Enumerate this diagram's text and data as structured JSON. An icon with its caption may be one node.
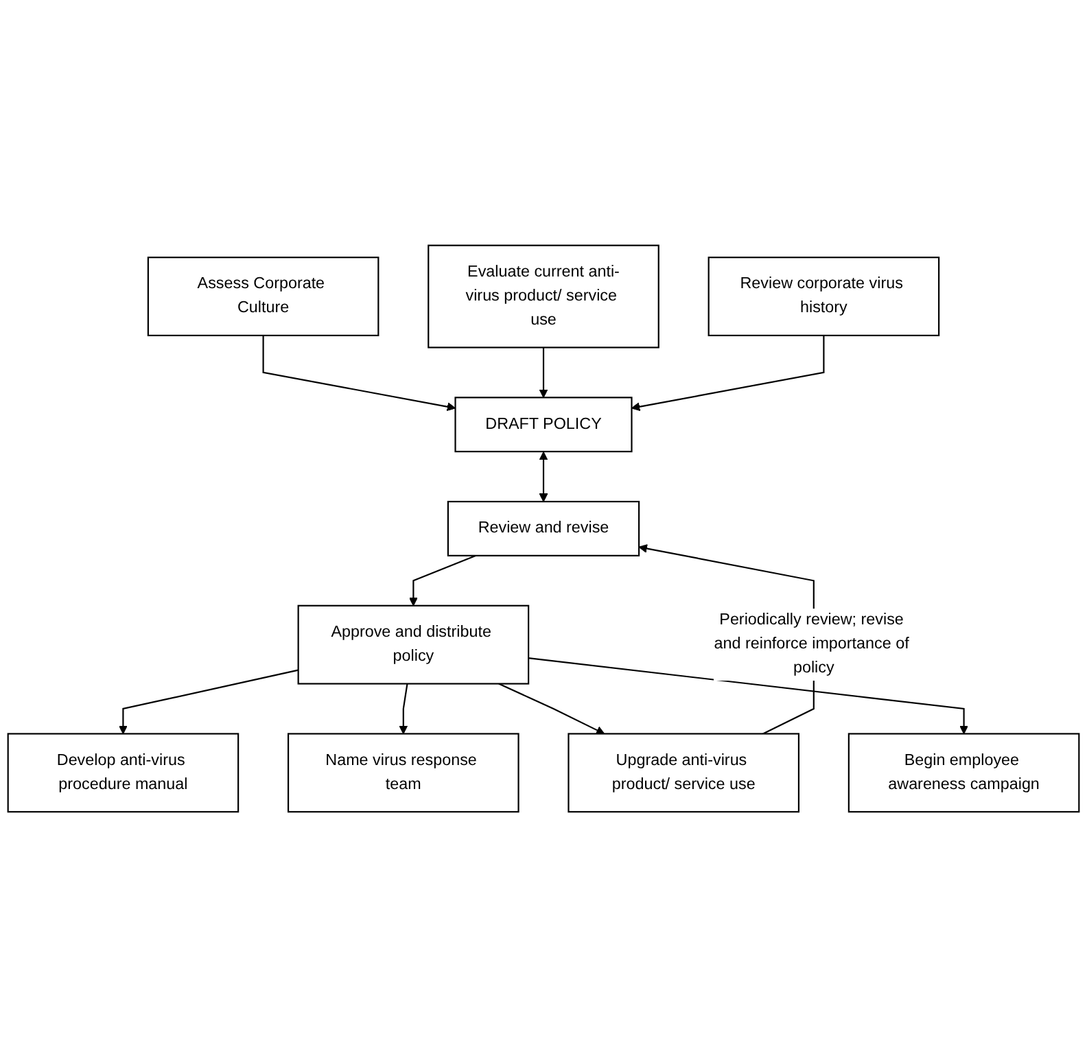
{
  "diagram": {
    "nodes": [
      {
        "text": [
          "Assess Corporate Culture"
        ]
      },
      {
        "text": [
          "Evaluate current anti-virus product/ service use"
        ]
      },
      {
        "text": [
          "Review corporate virus history"
        ]
      },
      {
        "text": [
          "DRAFT POLICY"
        ]
      },
      {
        "text": [
          "Review and revise"
        ]
      },
      {
        "text": [
          "Approve and distribute policy"
        ]
      },
      {
        "text": [
          "Develop anti-virus procedure manual"
        ]
      },
      {
        "text": [
          "Name virus response team"
        ]
      },
      {
        "text": [
          "Upgrade anti-virus product/ service use"
        ]
      },
      {
        "text": [
          "Begin employee awareness campaign"
        ]
      }
    ],
    "edges": [
      {
        "from": 0,
        "to": 3,
        "arrow": "to"
      },
      {
        "from": 1,
        "to": 3,
        "arrow": "to"
      },
      {
        "from": 2,
        "to": 3,
        "arrow": "to"
      },
      {
        "from": 3,
        "to": 4,
        "arrow": "both"
      },
      {
        "from": 4,
        "to": 5,
        "arrow": "to"
      },
      {
        "from": 5,
        "to": 6,
        "arrow": "to"
      },
      {
        "from": 5,
        "to": 7,
        "arrow": "to"
      },
      {
        "from": 5,
        "to": 8,
        "arrow": "to"
      },
      {
        "from": 5,
        "to": 9,
        "arrow": "to"
      },
      {
        "from": 8,
        "to": 4,
        "arrow": "to",
        "label": "Periodically review; revise and reinforce importance of policy"
      }
    ]
  }
}
